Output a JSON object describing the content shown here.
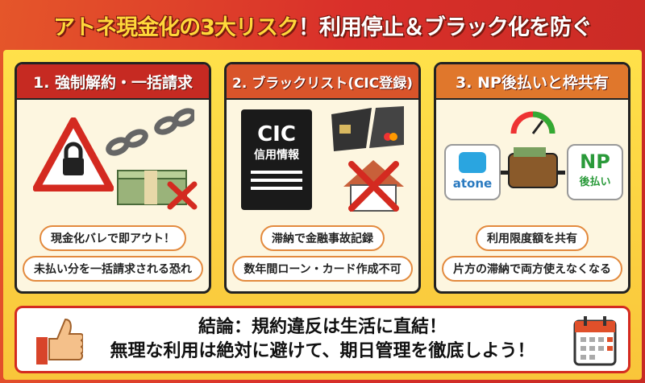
{
  "title": {
    "highlight": "アトネ現金化の3大リスク",
    "rest": "！利用停止＆ブラック化を防ぐ"
  },
  "cards": [
    {
      "heading": "1. 強制解約・一括請求",
      "color": "#c62a22",
      "points": [
        "現金化バレで即アウト！",
        "未払い分を一括請求される恐れ"
      ],
      "icons": [
        "warning-lock-icon",
        "broken-chain-icon",
        "money-cross-icon"
      ]
    },
    {
      "heading": "2. ブラックリスト(CIC登録)",
      "color": "#d9542a",
      "points": [
        "滞納で金融事故記録",
        "数年間ローン・カード作成不可"
      ],
      "icons": [
        "cic-document-icon",
        "broken-card-icon",
        "house-cross-icon"
      ],
      "doc_title": "CIC",
      "doc_sub": "信用情報"
    },
    {
      "heading": "3. NP後払いと枠共有",
      "color": "#e0772c",
      "points": [
        "利用限度額を共有",
        "片方の滞納で両方使えなくなる"
      ],
      "icons": [
        "atone-logo-icon",
        "wallet-gauge-icon",
        "np-logo-icon"
      ],
      "atone_label": "atone",
      "np_label": "NP",
      "np_sub": "後払い"
    }
  ],
  "conclusion": {
    "line1": "結論：規約違反は生活に直結！",
    "line2": "無理な利用は絶対に避けて、期日管理を徹底しよう！",
    "icons": [
      "thumbs-up-icon",
      "calendar-icon"
    ]
  }
}
